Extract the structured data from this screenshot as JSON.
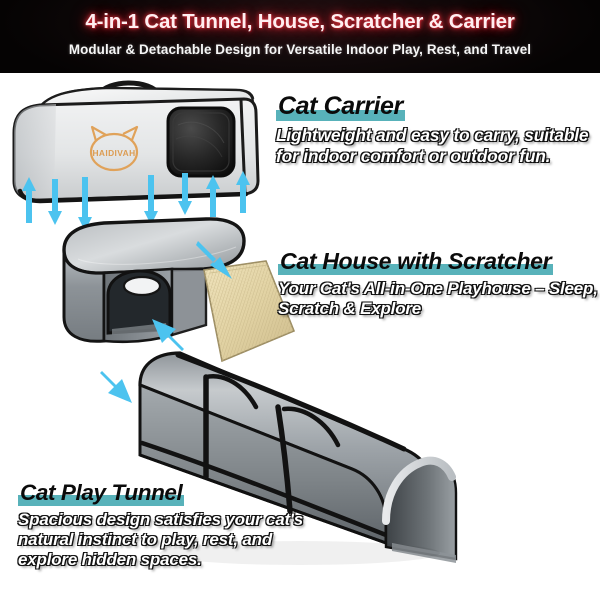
{
  "header": {
    "title": "4-in-1 Cat Tunnel, House, Scratcher & Carrier",
    "subtitle": "Modular & Detachable Design for Versatile Indoor Play, Rest, and Travel"
  },
  "callouts": [
    {
      "id": "carrier",
      "heading": "Cat Carrier",
      "body": "Lightweight and easy to carry, suitable for indoor comfort or outdoor fun."
    },
    {
      "id": "house",
      "heading": "Cat House with Scratcher",
      "body": "Your Cat's All-in-One Playhouse – Sleep, Scratch & Explore"
    },
    {
      "id": "tunnel",
      "heading": "Cat Play Tunnel",
      "body": "Spacious design satisfies your cat's natural instinct to play, rest, and explore hidden spaces."
    }
  ],
  "product": {
    "brand_logo_text": "HAIDIVAH",
    "parts": [
      "cat-carrier-module",
      "cat-house-module",
      "scratcher-ramp",
      "play-tunnel-module"
    ]
  },
  "colors": {
    "header_background": "#0a0607",
    "title_glow": "#c02430",
    "title_text": "#ffeef0",
    "heading_underline": "#58b2ba",
    "body_text": "#ffffff",
    "body_outline": "#111111",
    "arrow": "#4cc3ef",
    "fabric_light": "#e9eaec",
    "fabric_gray": "#9aa0a6",
    "fabric_dark": "#5b6166",
    "trim_black": "#121212",
    "scratcher_beige": "#e4d5a8",
    "logo_orange": "#e3a457"
  }
}
